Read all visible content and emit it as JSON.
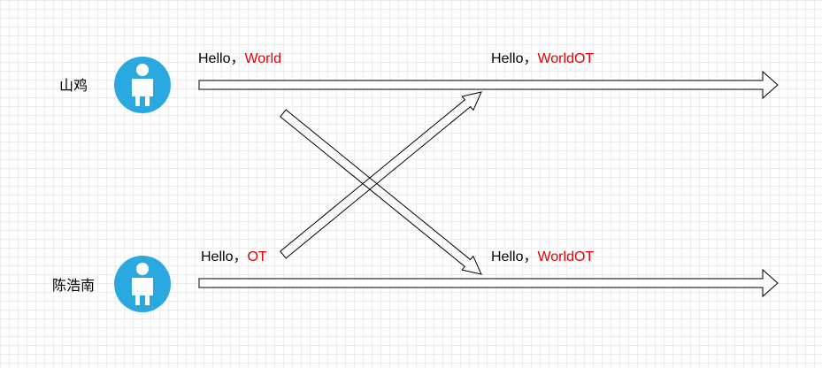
{
  "users": [
    {
      "name": "山鸡",
      "icon": "person-icon"
    },
    {
      "name": "陈浩南",
      "icon": "person-icon"
    }
  ],
  "messages": [
    {
      "prefix": "Hello，",
      "highlight": "World"
    },
    {
      "prefix": "Hello，",
      "highlight": "WorldOT"
    },
    {
      "prefix": "Hello，",
      "highlight": "OT"
    },
    {
      "prefix": "Hello，",
      "highlight": "WorldOT"
    }
  ],
  "colors": {
    "avatar": "#2aa9e0",
    "highlight": "#e60000",
    "text": "#000000",
    "arrow_stroke": "#000000",
    "grid": "#ececec"
  }
}
